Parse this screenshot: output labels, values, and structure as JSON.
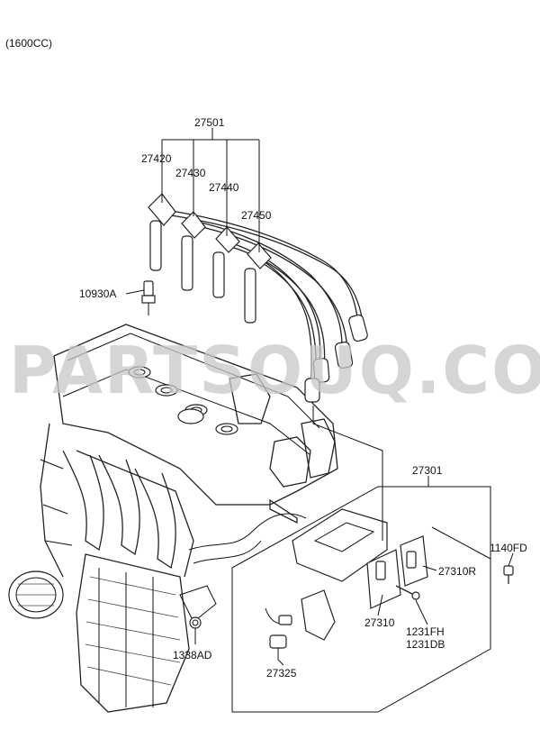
{
  "variant_label": "(1600CC)",
  "watermark": "PARTSOUQ.COM",
  "labels": {
    "p27501": "27501",
    "p27420": "27420",
    "p27430": "27430",
    "p27440": "27440",
    "p27450": "27450",
    "p10930A": "10930A",
    "p27301": "27301",
    "p1140FD": "1140FD",
    "p27310R": "27310R",
    "p27310": "27310",
    "p1231FH": "1231FH",
    "p1231DB": "1231DB",
    "p1338AD": "1338AD",
    "p27325": "27325"
  }
}
